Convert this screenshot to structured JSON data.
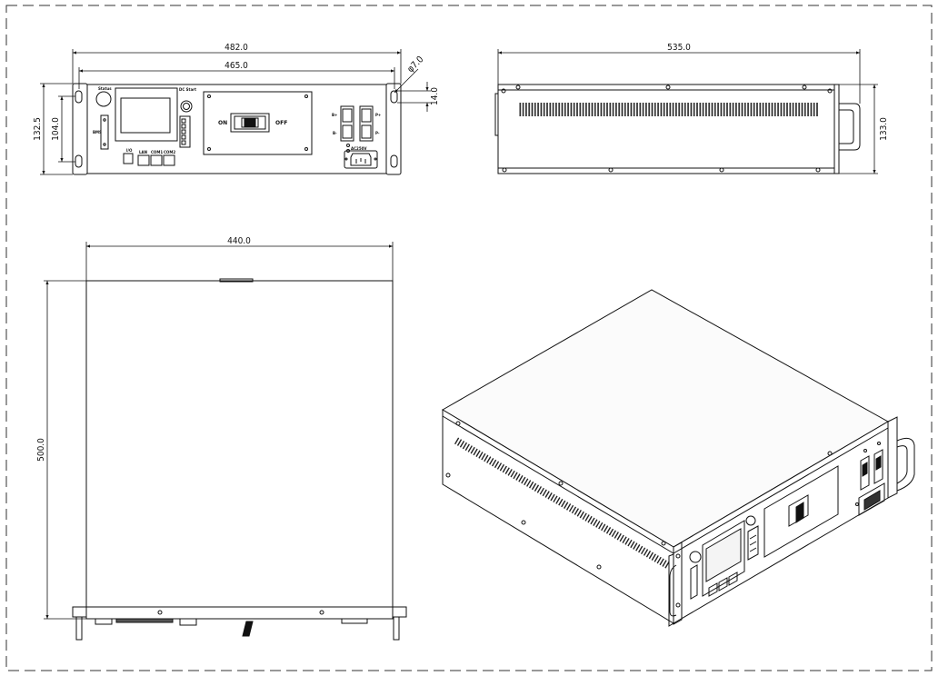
{
  "dimensions": {
    "front_overall_width": "482.0",
    "front_mount_pitch": "465.0",
    "front_height": "132.5",
    "front_hole_pitch_vertical": "104.0",
    "mount_hole_diameter": "φ7.0",
    "mount_hole_offset": "14.0",
    "side_depth": "535.0",
    "side_height": "133.0",
    "top_width": "440.0",
    "top_depth": "500.0"
  },
  "panel_labels": {
    "status": "Status",
    "bms": "BMS",
    "dc_start": "DC Start",
    "on": "ON",
    "off": "OFF",
    "b_plus": "B+",
    "b_minus": "B-",
    "p_plus": "P+",
    "p_minus": "P-",
    "lan": "LAN",
    "com1": "COM1",
    "com2": "COM2",
    "ac": "AC250V",
    "io": "I/O"
  }
}
